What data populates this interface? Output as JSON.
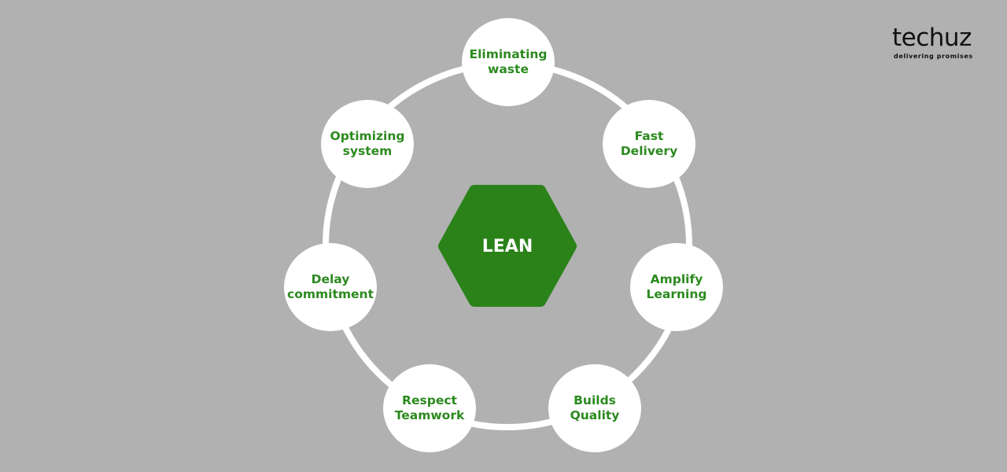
{
  "center": {
    "label": "LEAN"
  },
  "nodes": [
    {
      "label": "Eliminating\nwaste"
    },
    {
      "label": "Fast Delivery"
    },
    {
      "label": "Amplify\nLearning"
    },
    {
      "label": "Builds\nQuality"
    },
    {
      "label": "Respect\nTeamwork"
    },
    {
      "label": "Delay\ncommitment"
    },
    {
      "label": "Optimizing\nsystem"
    }
  ],
  "logo": {
    "wordmark": "techuz",
    "tagline": "delivering promises"
  },
  "colors": {
    "background": "#b1b1b1",
    "accent_green": "#2a8219",
    "node_fill": "#ffffff",
    "ring": "#ffffff"
  }
}
